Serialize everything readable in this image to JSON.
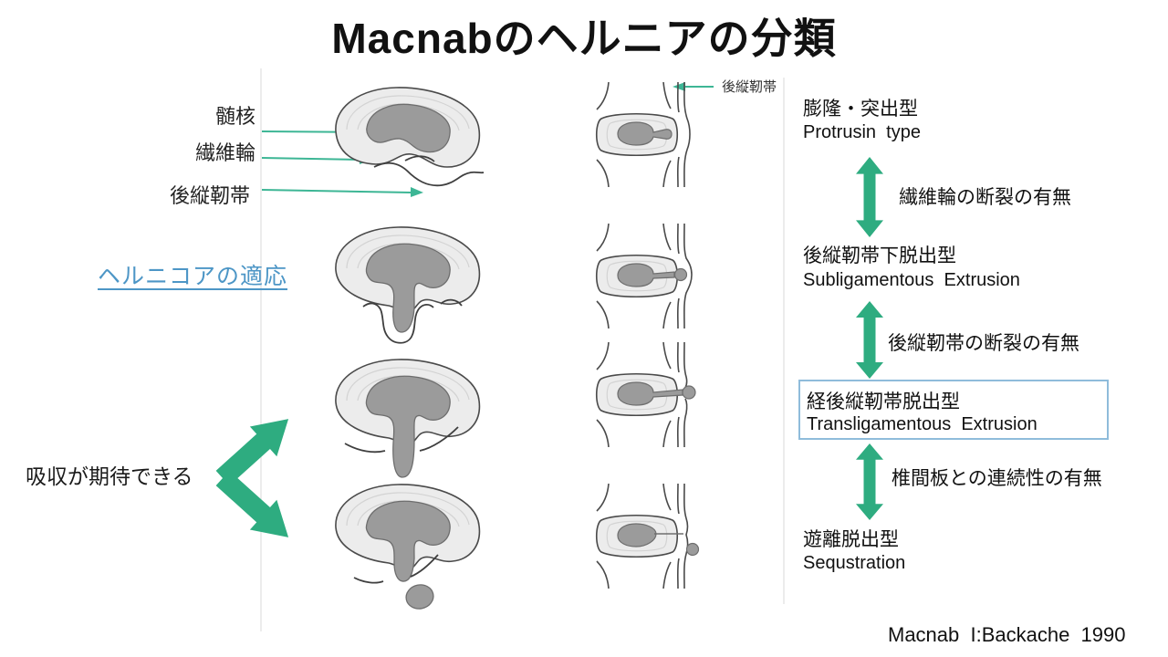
{
  "slide": {
    "title": "Macnabのヘルニアの分類",
    "citation": "Macnab  I:Backache  1990"
  },
  "anatomy_labels": {
    "nucleus": "髄核",
    "annulus": "繊維輪",
    "pll": "後縦靭帯",
    "pll_top": "後縦靭帯"
  },
  "left_notes": {
    "herniacore_link": "ヘルニコアの適応",
    "absorption": "吸収が期待できる"
  },
  "classification": {
    "types": [
      {
        "jp": "膨隆・突出型",
        "en": "Protrusin  type"
      },
      {
        "jp": "後縦靭帯下脱出型",
        "en": "Subligamentous  Extrusion"
      },
      {
        "jp": "経後縦靭帯脱出型",
        "en": "Transligamentous  Extrusion"
      },
      {
        "jp": "遊離脱出型",
        "en": "Sequstration"
      }
    ],
    "criteria": [
      "繊維輪の断裂の有無",
      "後縦靭帯の断裂の有無",
      "椎間板との連続性の有無"
    ]
  },
  "colors": {
    "arrow_green": "#2eac80",
    "label_arrow_teal": "#3db695",
    "link_blue": "#4d96c6",
    "box_border_blue": "#8fbcdb",
    "annulus_fill": "#ececec",
    "nucleus_fill": "#9b9b9b"
  }
}
